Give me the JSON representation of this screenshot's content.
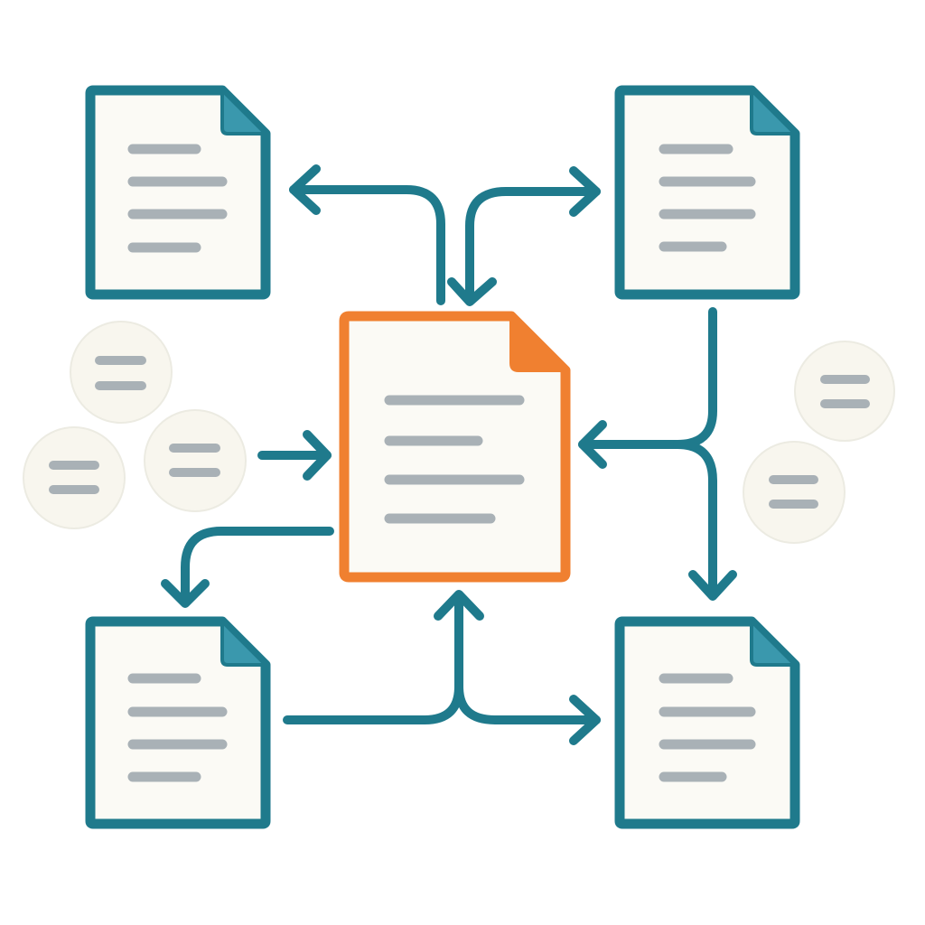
{
  "colors": {
    "background": "#ffffff",
    "teal": "#1f7a8c",
    "teal_corner": "#3a98ad",
    "orange": "#f08030",
    "paper": "#fbfaf5",
    "line": "#a9b1b6",
    "bubble_fill": "#f8f6ee",
    "bubble_border": "#ecebe2"
  },
  "documents": [
    {
      "name": "top-left-document",
      "role": "peripheral",
      "lines": 4
    },
    {
      "name": "top-right-document",
      "role": "peripheral",
      "lines": 4
    },
    {
      "name": "central-document",
      "role": "central",
      "lines": 4
    },
    {
      "name": "bottom-left-document",
      "role": "peripheral",
      "lines": 4
    },
    {
      "name": "bottom-right-document",
      "role": "peripheral",
      "lines": 4
    }
  ],
  "snippet_bubbles": {
    "left_group": 3,
    "right_group": 2,
    "lines_per_bubble": 2
  },
  "connections": [
    {
      "from": "central-document",
      "to": "top-left-document",
      "icon": "arrow-icon"
    },
    {
      "from": "top-right-document",
      "to": "central-document",
      "icon": "arrow-icon"
    },
    {
      "from": "central-document",
      "to": "top-right-document",
      "icon": "arrow-icon"
    },
    {
      "from": "left-snippets",
      "to": "central-document",
      "icon": "arrow-icon"
    },
    {
      "from": "central-document",
      "to": "bottom-left-document",
      "icon": "arrow-icon"
    },
    {
      "from": "top-right-document",
      "to": "central-document",
      "icon": "arrow-icon"
    },
    {
      "from": "top-right-document",
      "to": "bottom-right-document",
      "icon": "arrow-icon"
    },
    {
      "from": "bottom-left-document",
      "to": "central-document",
      "icon": "arrow-icon"
    },
    {
      "from": "bottom-left-document",
      "to": "bottom-right-document",
      "icon": "arrow-icon"
    }
  ]
}
